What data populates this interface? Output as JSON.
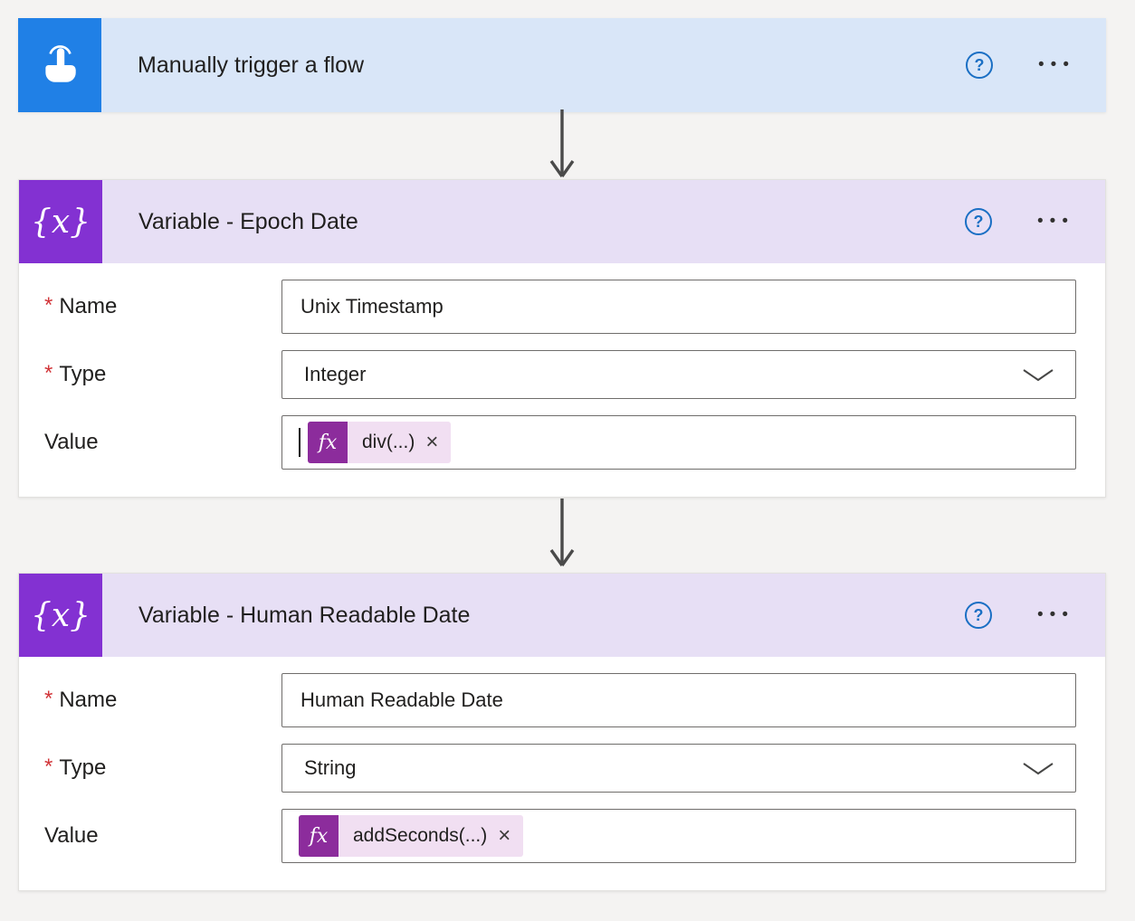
{
  "colors": {
    "canvas_bg": "#f4f3f2",
    "trigger_header_bg": "#d9e6f8",
    "trigger_icon_bg": "#2080e6",
    "action_header_bg": "#e7dff5",
    "variable_icon_bg": "#8331d2",
    "fx_badge_bg": "#8c2c9c",
    "token_chip_bg": "#f1dff2",
    "required_red": "#d13438",
    "help_blue": "#1a6fc4",
    "arrow_gray": "#4a4a4a"
  },
  "icons": {
    "variable_glyph": "{x}",
    "fx_label": "fx"
  },
  "trigger": {
    "title": "Manually trigger a flow",
    "help_label": "?",
    "menu_label": "•••"
  },
  "cards": [
    {
      "title": "Variable - Epoch Date",
      "help_label": "?",
      "menu_label": "•••",
      "fields": {
        "name": {
          "required": "*",
          "label": "Name",
          "value": "Unix Timestamp"
        },
        "type": {
          "required": "*",
          "label": "Type",
          "value": "Integer"
        },
        "value": {
          "label": "Value",
          "token": "div(...)",
          "close": "×"
        }
      }
    },
    {
      "title": "Variable - Human Readable Date",
      "help_label": "?",
      "menu_label": "•••",
      "fields": {
        "name": {
          "required": "*",
          "label": "Name",
          "value": "Human Readable Date"
        },
        "type": {
          "required": "*",
          "label": "Type",
          "value": "String"
        },
        "value": {
          "label": "Value",
          "token": "addSeconds(...)",
          "close": "×"
        }
      }
    }
  ]
}
